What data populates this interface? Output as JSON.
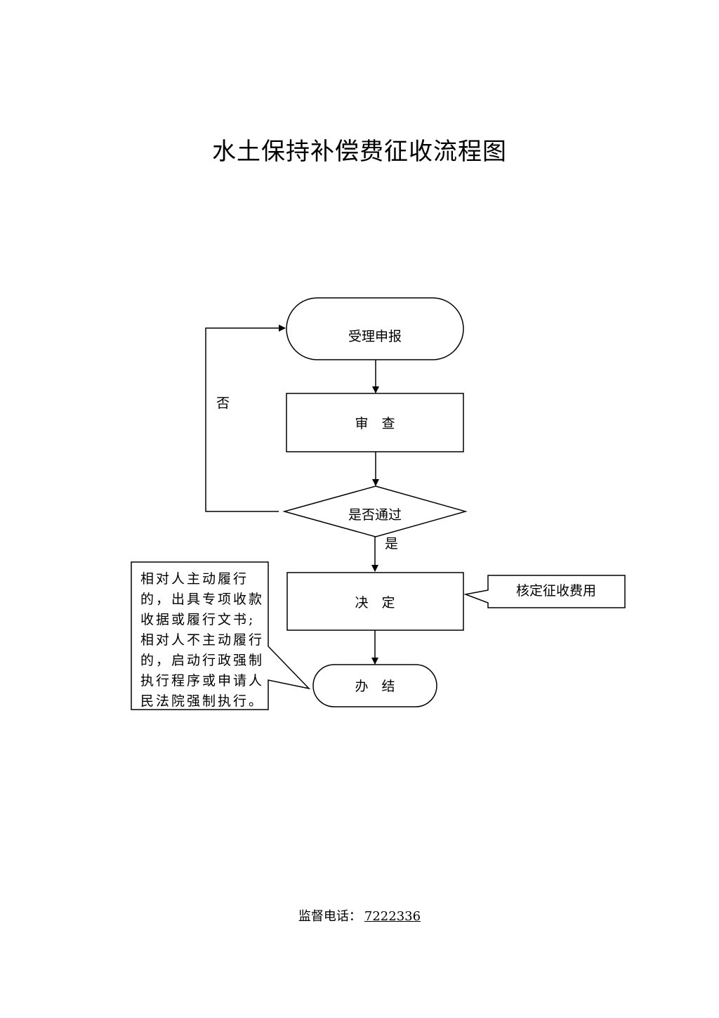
{
  "title": "水土保持补偿费征收流程图",
  "nodes": {
    "accept": "受理申报",
    "review": "审　查",
    "decision": "是否通过",
    "decide": "决　定",
    "finish": "办　结"
  },
  "edge_labels": {
    "no": "否",
    "yes": "是"
  },
  "notes": {
    "fee": "核定征收费用",
    "enforcement": [
      "相对人主动履行",
      "的，出具专项收款",
      "收据或履行文书;",
      "相对人不主动履行",
      "的，启动行政强制",
      "执行程序或申请人",
      "民法院强制执行。"
    ]
  },
  "footer": {
    "label": "监督电话：",
    "phone": "7222336"
  }
}
